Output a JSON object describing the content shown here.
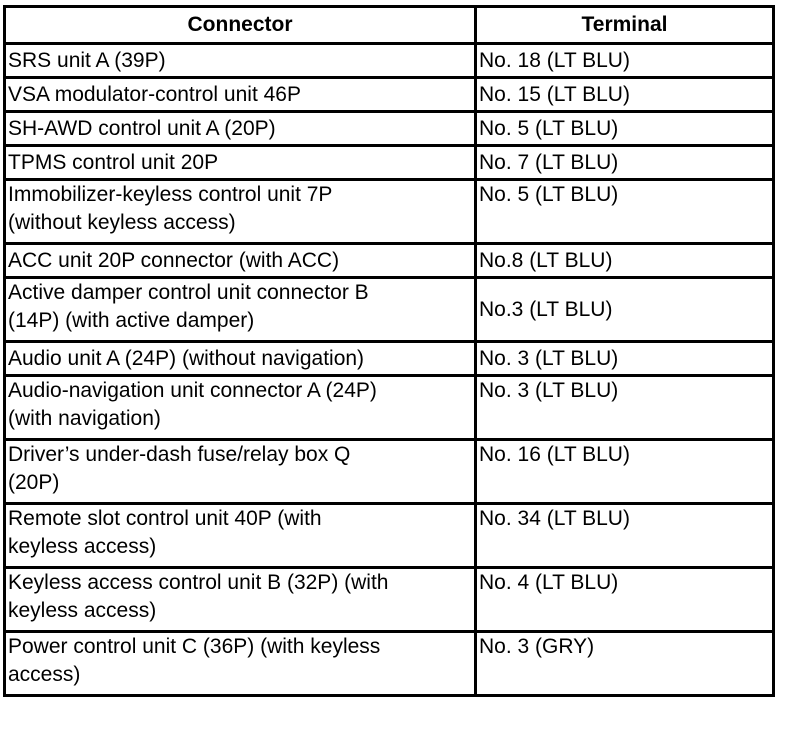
{
  "table": {
    "headers": {
      "connector": "Connector",
      "terminal": "Terminal"
    },
    "rows": [
      {
        "connector": "SRS unit A (39P)",
        "terminal": "No. 18 (LT BLU)",
        "lines": 1
      },
      {
        "connector": "VSA modulator-control unit 46P",
        "terminal": "No. 15 (LT BLU)",
        "lines": 1
      },
      {
        "connector": "SH-AWD control unit A (20P)",
        "terminal": "No. 5 (LT BLU)",
        "lines": 1
      },
      {
        "connector": "TPMS control unit 20P",
        "terminal": "No. 7 (LT BLU)",
        "lines": 1
      },
      {
        "connector": "Immobilizer-keyless control unit 7P\n(without keyless access)",
        "terminal": "No. 5 (LT BLU)",
        "lines": 2
      },
      {
        "connector": "ACC unit 20P connector (with ACC)",
        "terminal": "No.8 (LT BLU)",
        "lines": 1
      },
      {
        "connector": "Active damper control unit connector B\n(14P) (with active damper)",
        "terminal": "No.3 (LT BLU)",
        "lines": 2,
        "terminal_mid": true
      },
      {
        "connector": "Audio unit A (24P) (without navigation)",
        "terminal": "No. 3 (LT BLU)",
        "lines": 1
      },
      {
        "connector": "Audio-navigation unit connector A (24P)\n(with navigation)",
        "terminal": "No. 3 (LT BLU)",
        "lines": 2
      },
      {
        "connector": "Driver’s under-dash fuse/relay box Q\n(20P)",
        "terminal": "No. 16 (LT BLU)",
        "lines": 2
      },
      {
        "connector": "Remote slot control unit 40P   (with\nkeyless access)",
        "terminal": "No. 34 (LT BLU)",
        "lines": 2
      },
      {
        "connector": "Keyless access control unit B (32P) (with\nkeyless access)",
        "terminal": "No. 4 (LT BLU)",
        "lines": 2
      },
      {
        "connector": "Power control unit C (36P) (with keyless\naccess)",
        "terminal": "No. 3 (GRY)",
        "lines": 2
      }
    ]
  }
}
